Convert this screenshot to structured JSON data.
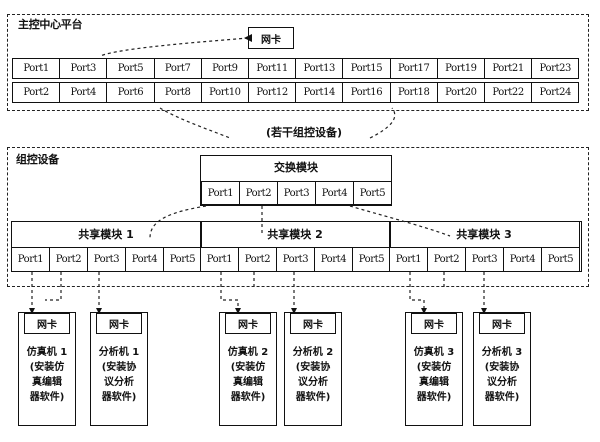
{
  "main_platform": {
    "title": "主控中心平台",
    "nic_label": "网卡",
    "ports_top": [
      "Port1",
      "Port3",
      "Port5",
      "Port7",
      "Port9",
      "Port11",
      "Port13",
      "Port15",
      "Port17",
      "Port19",
      "Port21",
      "Port23"
    ],
    "ports_bottom": [
      "Port2",
      "Port4",
      "Port6",
      "Port8",
      "Port10",
      "Port12",
      "Port14",
      "Port16",
      "Port18",
      "Port20",
      "Port22",
      "Port24"
    ]
  },
  "several_groups_caption": "(若干组控设备)",
  "group_control": {
    "title": "组控设备",
    "switch_module": {
      "title": "交换模块",
      "ports": [
        "Port1",
        "Port2",
        "Port3",
        "Port4",
        "Port5"
      ]
    },
    "shared_modules": [
      {
        "title": "共享模块 1",
        "ports": [
          "Port1",
          "Port2",
          "Port3",
          "Port4",
          "Port5"
        ]
      },
      {
        "title": "共享模块 2",
        "ports": [
          "Port1",
          "Port2",
          "Port3",
          "Port4",
          "Port5"
        ]
      },
      {
        "title": "共享模块 3",
        "ports": [
          "Port1",
          "Port2",
          "Port3",
          "Port4",
          "Port5"
        ]
      }
    ]
  },
  "devices": [
    {
      "nic": "网卡",
      "label": "仿真机 1\n(安装仿\n真编辑\n器软件)"
    },
    {
      "nic": "网卡",
      "label": "分析机 1\n(安装协\n议分析\n器软件)"
    },
    {
      "nic": "网卡",
      "label": "仿真机 2\n(安装仿\n真编辑\n器软件)"
    },
    {
      "nic": "网卡",
      "label": "分析机 2\n(安装协\n议分析\n器软件)"
    },
    {
      "nic": "网卡",
      "label": "仿真机 3\n(安装仿\n真编辑\n器软件)"
    },
    {
      "nic": "网卡",
      "label": "分析机 3\n(安装协\n议分析\n器软件)"
    }
  ]
}
